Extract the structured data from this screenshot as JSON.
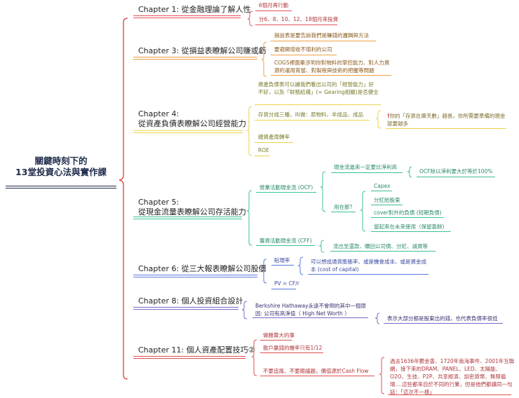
{
  "colors": {
    "root": "#1e2a4a",
    "ch1": "#e0525a",
    "ch3": "#f0a040",
    "ch4": "#ecd24a",
    "ch5": "#3cbf94",
    "ch6": "#5a7adc",
    "ch8": "#7a68c8",
    "ch11": "#e05050",
    "main_brace": "#e03a3a"
  },
  "root": {
    "line1": "關鍵時刻下的",
    "line2": "13堂投資心法與實作課"
  },
  "chapters": [
    {
      "id": "ch1",
      "title": "Chapter 1: 從金融理論了解人性",
      "items": [
        "6個月再行動",
        "分6、8、10、12、18個月來投資"
      ]
    },
    {
      "id": "ch3",
      "title": "Chapter 3: 從損益表瞭解公司賺或虧",
      "items": [
        "損益表是要告訴我們是賺錢的邏輯與方法",
        "要避開增收不增利的公司",
        "COGS裡面牽涉到你對物料的掌控能力、對人力資源的運用育留、對製程與技術的把握等問題"
      ]
    },
    {
      "id": "ch4",
      "title_line1": "Chapter 4:",
      "title_line2": "從資產負債表瞭解公司經營能力",
      "items": [
        "資產負債表可以讓我們看出公司的「經營能力」好不好，以及「財務結構」(= Gearing相關)是否健全",
        "存貨分成三種，叫做：原物料、半成品、成品",
        "總資產周轉率",
        "ROE"
      ],
      "note_mark": "!",
      "note": "你的「存貨在庫天數」越長，你所需要準備的現金就要越多"
    },
    {
      "id": "ch5",
      "title_line1": "Chapter 5:",
      "title_line2": "從現金流量表瞭解公司存活能力",
      "ocf": "營業活動現金流 (OCF)",
      "ocf_items": [
        "現金流進來一定要比淨利高",
        "用在那?"
      ],
      "ocf_note": "OCF除以淨利要大於等於100%",
      "uses": [
        "Capex",
        "分紅給股東",
        "cover對外的負債 (短期負債)",
        "留起來在未來使用（保留盈餘)"
      ],
      "cff": "籌資活動現金流 (CFF)",
      "cff_item": "流出至還款、贖回公司債、分紅、減資等"
    },
    {
      "id": "ch6",
      "title": "Chapter 6: 從三大報表瞭解公司股價",
      "items": [
        "貼現率",
        "PV = CF/r"
      ],
      "discount_note": "可以想成通貨膨脹率、或是機會成本、或是資金成本 (cost of capital)"
    },
    {
      "id": "ch8",
      "title": "Chapter 8: 個人投資組合設計",
      "item": "Berkshire Hathaway永遠不會倒的其中一個原因: 公司有高淨值（ High Net Worth ）",
      "note": "表示大部分都是股東出的錢，也代表負債率很低"
    },
    {
      "id": "ch11",
      "title": "Chapter 11: 個人資產配置技巧②",
      "items": [
        "做勝算大的事",
        "散戶贏錢的機率只有1/12",
        "不要追風、不要跟議題，價值源於Cash Flow"
      ],
      "note": "過去1636年鬱金香、1720年南海事件、2001年互聯網，接下來的DRAM、PANEL、LED、太陽能、O2O、生技、P2P、共享經濟、加密貨幣、無限循環....這些都來自於不同的行業，但是他們都講同一句話：「這次不一樣」"
    }
  ]
}
